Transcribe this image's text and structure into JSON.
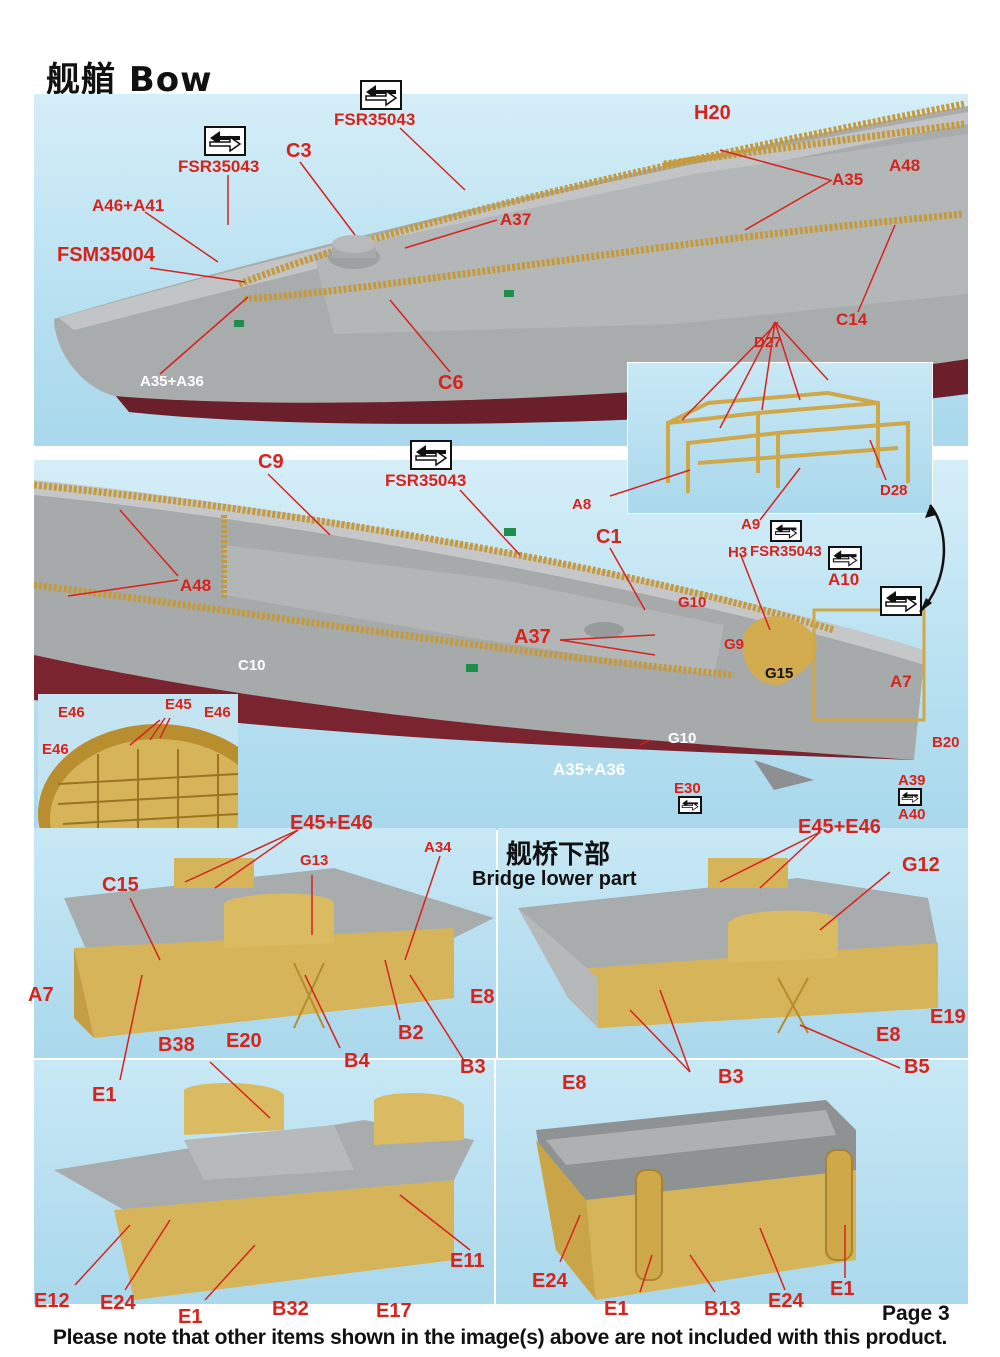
{
  "title": "舰艏 Bow",
  "bridge": {
    "title_cn": "舰桥下部",
    "title_en": "Bridge lower part"
  },
  "page": "Page 3",
  "note": "Please note that other items shown in the image(s) above are not included with this product.",
  "colors": {
    "label": "#d8221c",
    "hull_gray": "#a7aaab",
    "deck_gray": "#b3b6b7",
    "hull_red": "#6a1f2a",
    "brass": "#cfa84a",
    "background": "#b9e1f1"
  },
  "icons": {
    "arrow_badge": "double-arrow-icon"
  },
  "labels": {
    "p1": {
      "fsr_top": "FSR35043",
      "fsr_left": "FSR35043",
      "h20": "H20",
      "c3": "C3",
      "a46a41": "A46+A41",
      "a37": "A37",
      "a48": "A48",
      "a35": "A35",
      "fsm": "FSM35004",
      "c14": "C14",
      "a35a36": "A35+A36",
      "c6": "C6"
    },
    "p2": {
      "c9": "C9",
      "fsr": "FSR35043",
      "c1": "C1",
      "a48": "A48",
      "c10": "C10",
      "a37": "A37",
      "g10a": "G10",
      "g9": "G9",
      "g15": "G15",
      "g10b": "G10",
      "a35a36": "A35+A36",
      "e30": "E30",
      "a39": "A39",
      "a40": "A40",
      "b20": "B20",
      "a7": "A7",
      "a10": "A10",
      "h3": "H3",
      "fsr_small": "FSR35043"
    },
    "inset_d27": {
      "d27": "D27",
      "a8": "A8",
      "a9": "A9",
      "d28": "D28"
    },
    "inset_e45": {
      "e46a": "E46",
      "e45": "E45",
      "e46b": "E46",
      "e46c": "E46"
    },
    "p3": {
      "e45e46": "E45+E46",
      "g13": "G13",
      "a34": "A34",
      "c15": "C15",
      "a7": "A7",
      "e8": "E8",
      "b2": "B2",
      "b3": "B3",
      "b4": "B4",
      "e20": "E20",
      "e1": "E1"
    },
    "p4": {
      "e45e46": "E45+E46",
      "g12": "G12",
      "e19": "E19",
      "e8a": "E8",
      "e8b": "E8",
      "b3": "B3",
      "b5": "B5"
    },
    "p5": {
      "b38": "B38",
      "e11": "E11",
      "e12": "E12",
      "e24": "E24",
      "e1": "E1",
      "b32": "B32",
      "e17": "E17"
    },
    "p6": {
      "e24a": "E24",
      "e1a": "E1",
      "b13": "B13",
      "e24b": "E24",
      "e1b": "E1"
    }
  }
}
